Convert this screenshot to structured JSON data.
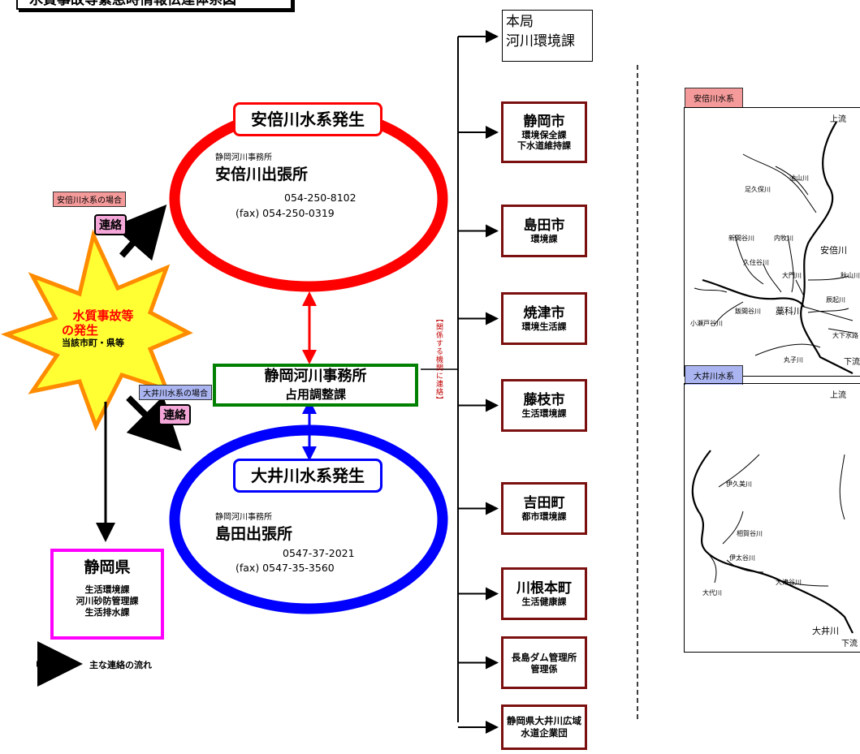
{
  "title": "水質事故等緊急時情報伝達体系図",
  "abe_ring": {
    "label": "安倍川水系発生",
    "agency": "静岡河川事務所",
    "office": "安倍川出張所",
    "tel": "054-250-8102",
    "fax": "(fax) 054-250-0319"
  },
  "oi_ring": {
    "label": "大井川水系発生",
    "agency": "静岡河川事務所",
    "office": "島田出張所",
    "tel": "0547-37-2021",
    "fax": "(fax) 0547-35-3560"
  },
  "incident": {
    "line1": "水質事故等",
    "line2": "の発生",
    "sub": "当該市町・県等"
  },
  "case_abe": "安倍川水系の場合",
  "case_oi": "大井川水系の場合",
  "contact_label": "連絡",
  "center": {
    "name": "静岡河川事務所",
    "dept": "占用調整課"
  },
  "pref": {
    "name": "静岡県",
    "depts": [
      "生活環境課",
      "河川砂防管理課",
      "生活排水課"
    ]
  },
  "legend": "主な連絡の流れ",
  "relay_note": "【関係する機関に連絡】",
  "honkyoku": {
    "line1": "本局",
    "line2": "河川環境課"
  },
  "orgs": [
    {
      "name": "静岡市",
      "depts": [
        "環境保全課",
        "下水道維持課"
      ]
    },
    {
      "name": "島田市",
      "depts": [
        "環境課"
      ]
    },
    {
      "name": "焼津市",
      "depts": [
        "環境生活課"
      ]
    },
    {
      "name": "藤枝市",
      "depts": [
        "生活環境課"
      ]
    },
    {
      "name": "吉田町",
      "depts": [
        "都市環境課"
      ]
    },
    {
      "name": "川根本町",
      "depts": [
        "生活健康課"
      ]
    },
    {
      "name": "長島ダム管理所",
      "depts": [
        "管理係"
      ]
    },
    {
      "name": "静岡県大井川広域水道企業団",
      "depts": []
    }
  ],
  "map_abe": {
    "tab": "安倍川水系",
    "upstream": "上流",
    "downstream": "下流",
    "main": "安倍川",
    "sub": "藁科川",
    "rivers": [
      "油山川",
      "足久保川",
      "新間谷川",
      "内牧川",
      "久住谷川",
      "大門川",
      "秋山川",
      "辰起川",
      "飯間谷川",
      "小瀬戸谷川",
      "大下水路",
      "丸子川"
    ]
  },
  "map_oi": {
    "tab": "大井川水系",
    "upstream": "上流",
    "downstream": "下流",
    "main": "大井川",
    "rivers": [
      "伊久美川",
      "相賀谷川",
      "伊太谷川",
      "大津谷川",
      "大代川"
    ]
  },
  "colors": {
    "abe": "#ff0000",
    "oi": "#0000ff",
    "center": "#008000",
    "pref": "#ff00ff",
    "org": "#7b1010",
    "incident": "#ffff33",
    "incident_edge": "#ff8c00",
    "abe_tab": "#f59a9a",
    "oi_tab": "#aab4f0"
  }
}
